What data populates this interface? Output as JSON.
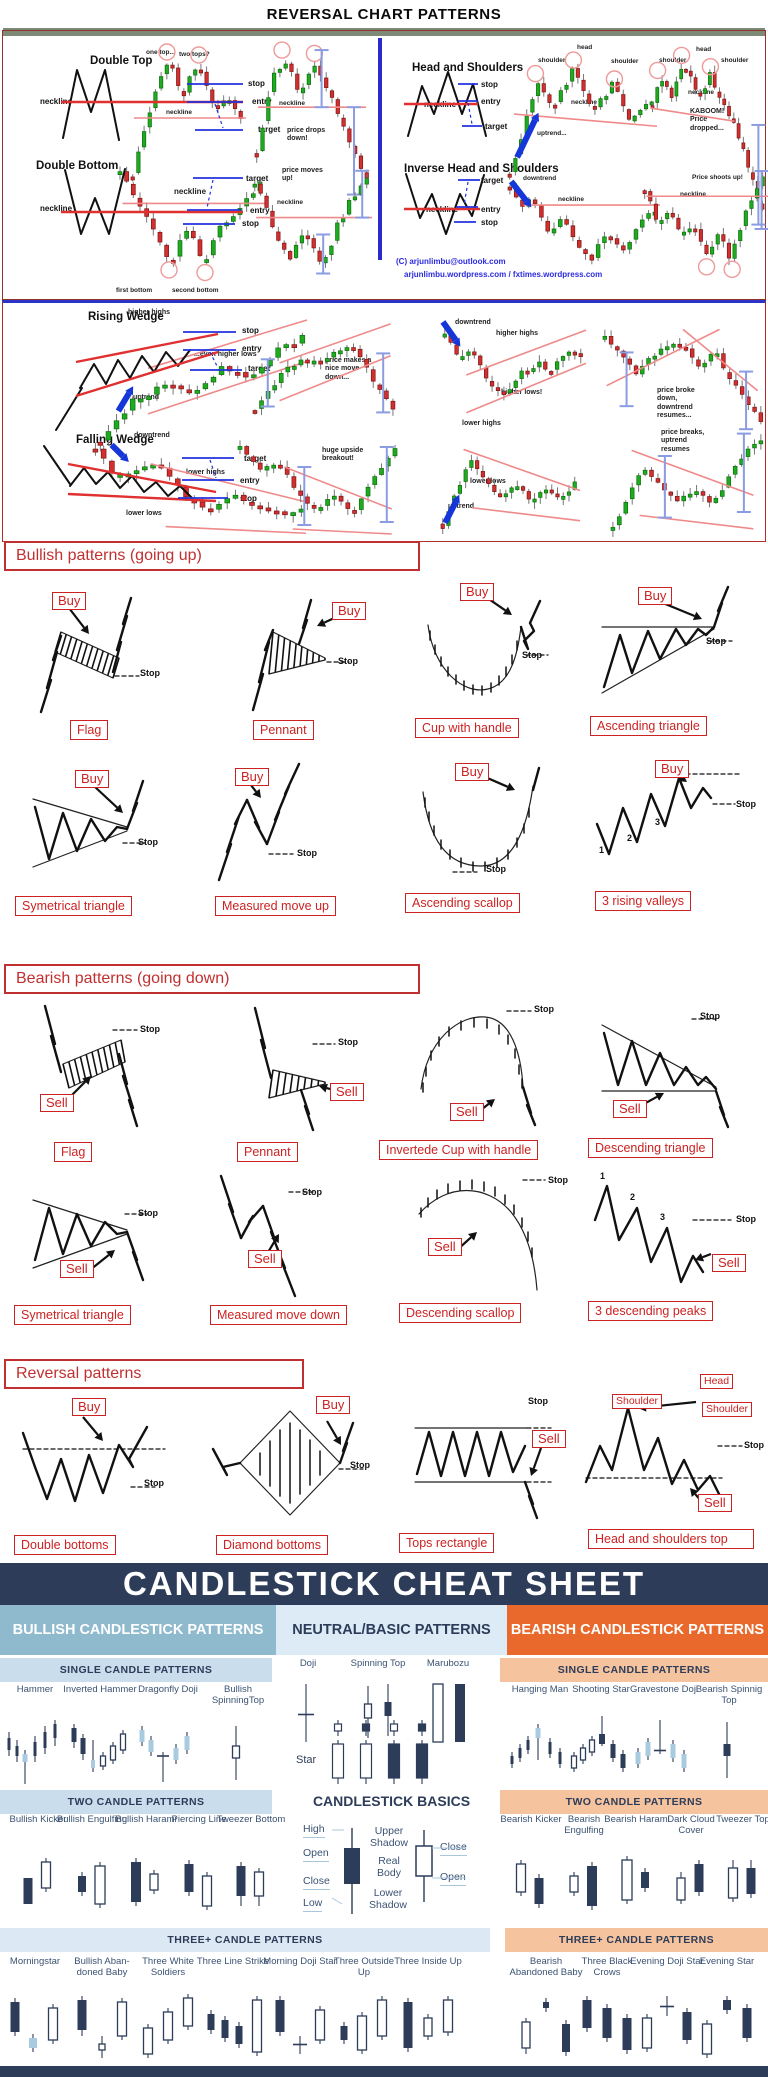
{
  "reversal": {
    "title": "REVERSAL CHART PATTERNS",
    "credit1": "(C) arjunlimbu@outlook.com",
    "credit2": "arjunlimbu.wordpress.com / fxtimes.wordpress.com",
    "double_top": {
      "heading": "Double Top",
      "stop": "stop",
      "entry": "entry",
      "target": "target",
      "neckline": "neckline",
      "ann_one_top": "one top...",
      "ann_two_tops": "two tops?",
      "ann_neckline1": "neckline",
      "ann_neckline2": "neckline",
      "ann_drop": "price drops down!"
    },
    "double_bottom": {
      "heading": "Double Bottom",
      "target": "target",
      "entry": "entry",
      "stop": "stop",
      "neckline": "neckline",
      "ann_neckline1": "neckline",
      "ann_first": "first bottom",
      "ann_second": "second bottom",
      "ann_up": "price moves up!",
      "ann_neckline2": "neckline"
    },
    "head_shoulders": {
      "heading": "Head and Shoulders",
      "stop": "stop",
      "entry": "entry",
      "target": "target",
      "neckline": "neckline",
      "ann_shoulder1": "shoulder",
      "ann_head1": "head",
      "ann_shoulder2": "shoulder",
      "ann_neckline1": "neckline",
      "ann_uptrend": "uptrend...",
      "ann_shoulder3": "shoulder",
      "ann_head2": "head",
      "ann_shoulder4": "shoulder",
      "ann_neckline2": "neckline",
      "ann_kaboom": "KABOOM! Price dropped..."
    },
    "inverse_hs": {
      "heading": "Inverse Head and Shoulders",
      "target": "target",
      "entry": "entry",
      "stop": "stop",
      "neckline": "neckline",
      "ann_downtrend": "downtrend",
      "ann_neckline1": "neckline",
      "ann_neckline2": "neckline",
      "ann_shoots": "Price shoots up!"
    }
  },
  "wedges": {
    "rising_heading": "Rising Wedge",
    "falling_heading": "Falling Wedge",
    "stop": "stop",
    "entry": "entry",
    "target": "target",
    "ann": {
      "higher_highs1": "higher highs",
      "even_higher_lows": "...even higher lows",
      "uptrend1": "uptrend",
      "nice_move_down": "price makes a nice move down...",
      "downtrend1": "downtrend",
      "higher_highs2": "higher highs",
      "higher_lows": "higher lows!",
      "broke_down": "price broke down, downtrend resumes...",
      "downtrend2": "downtrend",
      "lower_highs1": "lower highs",
      "lower_lows1": "lower lows",
      "upside_breakout": "huge upside breakout!",
      "lower_highs2": "lower highs",
      "lower_lows2": "lower lows",
      "uptrend2": "uptrend",
      "breaks_resumes": "price breaks, uptrend resumes"
    }
  },
  "bullish": {
    "banner": "Bullish patterns (going up)",
    "buy": "Buy",
    "stop": "Stop",
    "row1": [
      "Flag",
      "Pennant",
      "Cup with handle",
      "Ascending triangle"
    ],
    "row2": [
      "Symetrical triangle",
      "Measured move up",
      "Ascending scallop",
      "3 rising valleys"
    ],
    "valley_nums": [
      "1",
      "2",
      "3"
    ]
  },
  "bearish": {
    "banner": "Bearish patterns (going down)",
    "sell": "Sell",
    "stop": "Stop",
    "row1": [
      "Flag",
      "Pennant",
      "Invertede Cup with handle",
      "Descending triangle"
    ],
    "row2": [
      "Symetrical triangle",
      "Measured move down",
      "Descending scallop",
      "3 descending peaks"
    ],
    "peak_nums": [
      "1",
      "2",
      "3"
    ]
  },
  "reversal_patterns": {
    "banner": "Reversal patterns",
    "buy": "Buy",
    "sell": "Sell",
    "stop": "Stop",
    "head": "Head",
    "shoulder": "Shoulder",
    "row": [
      "Double bottoms",
      "Diamond bottoms",
      "Tops rectangle",
      "Head and shoulders top"
    ]
  },
  "cheatsheet": {
    "title": "CANDLESTICK CHEAT SHEET",
    "bullish_header": "BULLISH CANDLESTICK PATTERNS",
    "neutral_header": "NEUTRAL/BASIC PATTERNS",
    "bearish_header": "BEARISH CANDLESTICK PATTERNS",
    "single_banner": "SINGLE CANDLE PATTERNS",
    "two_banner": "TWO CANDLE PATTERNS",
    "three_banner": "THREE+ CANDLE PATTERNS",
    "basics_title": "CANDLESTICK BASICS",
    "star_label": "Star",
    "neutral_items": [
      "Doji",
      "Spinning Top",
      "Marubozu"
    ],
    "basics": {
      "high": "High",
      "open": "Open",
      "close": "Close",
      "low": "Low",
      "upper_shadow": "Upper Shadow",
      "real_body": "Real Body",
      "lower_shadow": "Lower Shadow",
      "close_r": "Close",
      "open_r": "Open"
    },
    "bullish_singles": [
      "Hammer",
      "Inverted Hammer",
      "Dragonfly Doji",
      "Bullish SpinningTop"
    ],
    "bullish_two": [
      "Bullish Kicker",
      "Bullish Engulfing",
      "Bullish Harami",
      "Piercing Line",
      "Tweezer Bottom"
    ],
    "bullish_three": [
      "Morningstar",
      "Bullish Aban- doned Baby",
      "Three White Soldiers",
      "Three Line Strike"
    ],
    "neutral_three": [
      "Morning Doji Star",
      "Three Outside Up",
      "Three Inside Up"
    ],
    "bearish_singles": [
      "Hanging Man",
      "Shooting Star",
      "Gravestone Doji",
      "Bearish Spinnig Top"
    ],
    "bearish_two": [
      "Bearish Kicker",
      "Bearish Engulfing",
      "Bearish Harami",
      "Dark Cloud Cover",
      "Tweezer Top"
    ],
    "bearish_three": [
      "Bearish Abandoned Baby",
      "Three Black Crows",
      "Evening Doji Star",
      "Evening Star"
    ]
  },
  "colors": {
    "navy": "#2d3c59",
    "steel_blue": "#8fb9cd",
    "pale_blue": "#dcebf6",
    "light_blue": "#c9dded",
    "orange": "#e8692b",
    "pale_orange": "#f5c49f",
    "red_accent": "#cc2222",
    "candle_green": "#1fab1f",
    "candle_red": "#d32f2f",
    "blue_line": "#2a35c8"
  }
}
